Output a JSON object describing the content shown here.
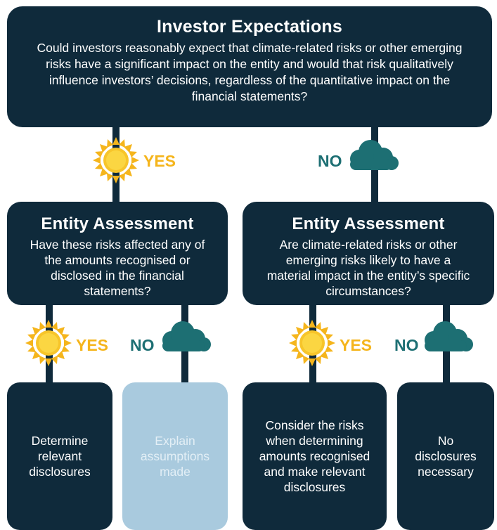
{
  "top": {
    "title": "Investor Expectations",
    "body": "Could investors reasonably expect that climate-related risks or other emerging risks have a significant impact on the entity and would that risk qualitatively influence investors’ decisions, regardless of the quantitative impact on the financial statements?"
  },
  "labels": {
    "yes": "YES",
    "no": "NO"
  },
  "left_assessment": {
    "title": "Entity Assessment",
    "body": "Have these risks affected any of the amounts recognised or disclosed in the financial statements?"
  },
  "right_assessment": {
    "title": "Entity Assessment",
    "body": "Are climate-related risks or other emerging risks likely to have a material impact in the entity’s specific circumstances?"
  },
  "outcomes": [
    "Determine relevant disclosures",
    "Explain assumptions made",
    "Consider the risks when determining amounts recognised and make relevant disclosures",
    "No disclosures necessary"
  ],
  "colors": {
    "box": "#0f2a3b",
    "yes": "#f5b51c",
    "no": "#1d6f73",
    "light_box": "#a9cade"
  },
  "icons": {
    "yes": "sun-icon",
    "no": "cloud-icon"
  }
}
